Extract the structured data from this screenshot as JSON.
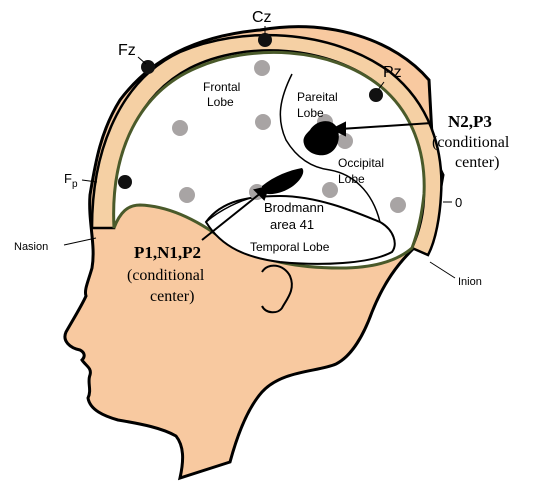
{
  "electrodes": {
    "cz": "Cz",
    "fz": "Fz",
    "pz": "Pz",
    "fp_main": "F",
    "fp_sub": "p",
    "o": "0"
  },
  "landmarks": {
    "nasion": "Nasion",
    "inion": "Inion"
  },
  "lobes": {
    "frontal_line1": "Frontal",
    "frontal_line2": "Lobe",
    "parietal_line1": "Pareital",
    "parietal_line2": "Lobe",
    "occipital_line1": "Occipital",
    "occipital_line2": "Lobe",
    "temporal": "Temporal Lobe",
    "brodmann_line1": "Brodmann",
    "brodmann_line2": "area 41"
  },
  "callouts": {
    "right_title": "N2,P3",
    "right_sub1": "(conditional",
    "right_sub2": "center)",
    "left_title": "P1,N1,P2",
    "left_sub1": "(conditional",
    "left_sub2": "center)"
  },
  "colors": {
    "skin": "#f8c9a0",
    "skull": "#f5d0a4",
    "brain_fill": "#ffffff",
    "inner_line": "#4a5a2a",
    "electrode": "#111111",
    "grey_dot": "#a8a4a4"
  }
}
